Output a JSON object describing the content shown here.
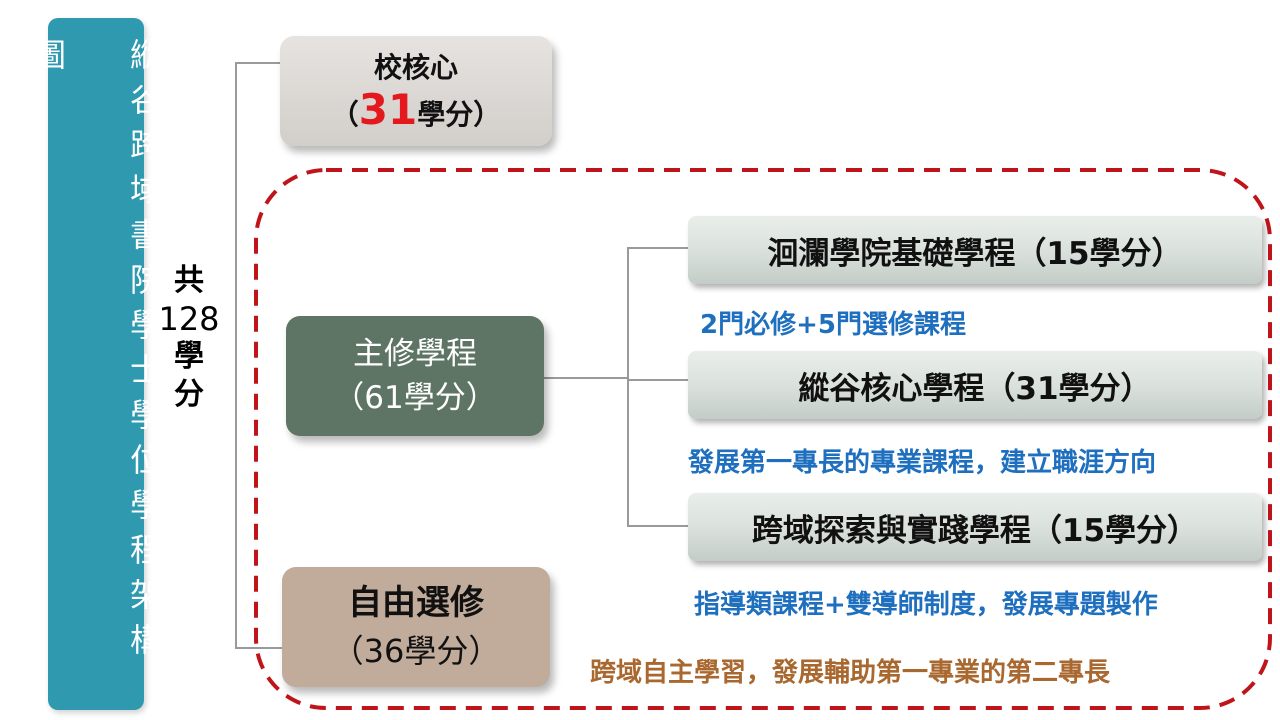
{
  "title": "縱谷跨域書院學士學位學程架構圖",
  "total": {
    "line1": "共",
    "line2": "128",
    "line3": "學",
    "line4": "分"
  },
  "core": {
    "title": "校核心",
    "open": "（",
    "credits": "31",
    "unit": "學分）"
  },
  "major": {
    "title": "主修學程",
    "credits": "（61學分）"
  },
  "free": {
    "title": "自由選修",
    "credits": "（36學分）"
  },
  "programs": [
    {
      "label": "洄瀾學院基礎學程（15學分）",
      "note": "2門必修+5門選修課程"
    },
    {
      "label": "縱谷核心學程（31學分）",
      "note": "發展第一專長的專業課程，建立職涯方向"
    },
    {
      "label": "跨域探索與實踐學程（15學分）",
      "note": "指導類課程+雙導師制度，發展專題製作"
    }
  ],
  "free_note": "跨域自主學習，發展輔助第一專業的第二專長",
  "colors": {
    "title_bar": "#2f99b0",
    "core_box": "#d9d6d3",
    "core_credit": "#e3191e",
    "major_box": "#5e7464",
    "free_box": "#c1ab9a",
    "dashed_border": "#c0141b",
    "note_blue": "#1f6fbf",
    "note_brown": "#a9682f"
  }
}
